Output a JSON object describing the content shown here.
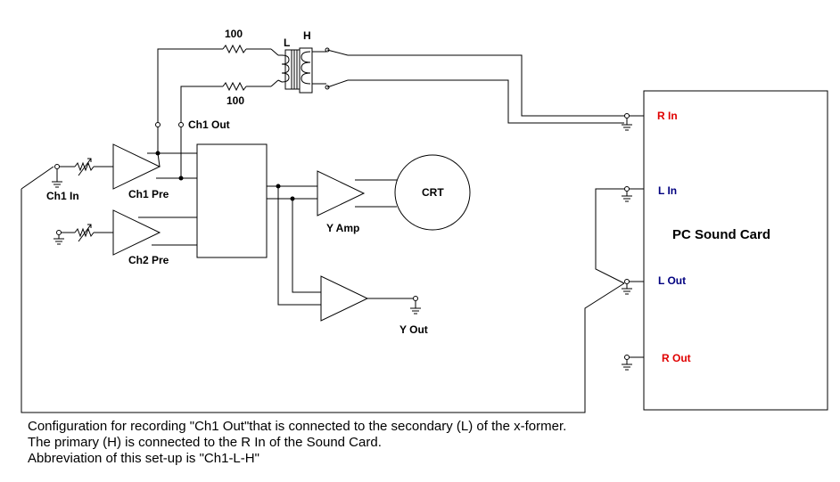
{
  "labels": {
    "res_top": "100",
    "res_bottom": "100",
    "xfmr_l": "L",
    "xfmr_h": "H",
    "ch1_out": "Ch1 Out",
    "ch1_in": "Ch1 In",
    "ch1_pre": "Ch1 Pre",
    "ch2_pre": "Ch2 Pre",
    "crt": "CRT",
    "y_amp": "Y Amp",
    "y_out": "Y Out",
    "r_in": "R In",
    "l_in": "L In",
    "l_out": "L Out",
    "r_out": "R Out",
    "sound_card": "PC Sound Card"
  },
  "caption": [
    "Configuration for recording \"Ch1 Out\"that is connected to the secondary (L)  of the  x-former.",
    "The primary (H) is connected to the R In of the Sound Card.",
    "Abbreviation of this set-up is \"Ch1-L-H\""
  ],
  "colors": {
    "r_labels": "#e00000",
    "l_labels": "#000080"
  }
}
